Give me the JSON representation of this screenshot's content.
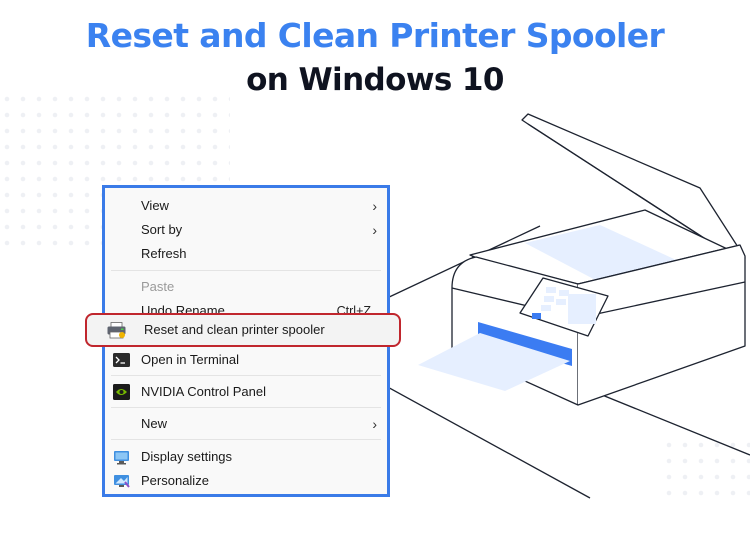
{
  "title": {
    "line1": "Reset and Clean Printer Spooler",
    "line2": "on Windows 10"
  },
  "colors": {
    "accent_blue": "#3b82f0",
    "menu_border": "#3a7be8",
    "highlight_border": "#c0262d",
    "illustration_fill": "#e6efff",
    "printer_slot": "#3b7cf2"
  },
  "context_menu": {
    "items": [
      {
        "label": "View",
        "submenu": true,
        "icon": null
      },
      {
        "label": "Sort by",
        "submenu": true,
        "icon": null
      },
      {
        "label": "Refresh",
        "submenu": false,
        "icon": null
      },
      {
        "label": "Paste",
        "submenu": false,
        "disabled": true,
        "icon": null
      },
      {
        "label": "Undo Rename",
        "shortcut": "Ctrl+Z",
        "icon": null
      },
      {
        "label": "Reset and clean printer spooler",
        "highlighted": true,
        "icon": "printer-icon"
      },
      {
        "label": "Open in Terminal",
        "icon": "terminal-icon"
      },
      {
        "label": "NVIDIA Control Panel",
        "icon": "nvidia-icon"
      },
      {
        "label": "New",
        "submenu": true,
        "icon": null
      },
      {
        "label": "Display settings",
        "icon": "display-icon"
      },
      {
        "label": "Personalize",
        "icon": "personalize-icon"
      }
    ],
    "submenu_glyph": "›"
  }
}
